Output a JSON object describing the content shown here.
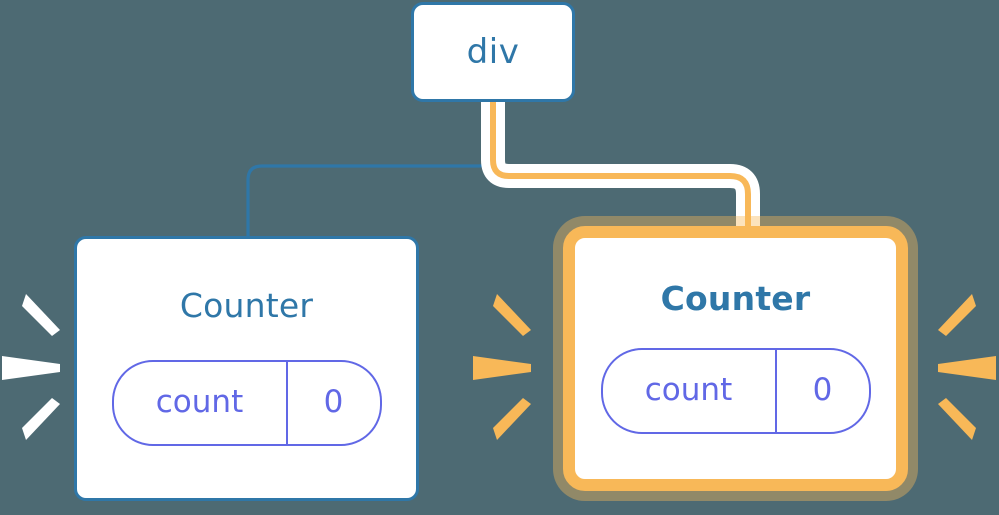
{
  "diagram": {
    "type": "component-tree",
    "background_color": "#4d6a73",
    "nodes": [
      {
        "id": "div",
        "label": "div",
        "kind": "dom-element",
        "border_color": "#2f77a8",
        "highlighted": false
      },
      {
        "id": "counter-left",
        "label": "Counter",
        "kind": "component",
        "border_color": "#2f77a8",
        "highlighted": false,
        "state": {
          "key": "count",
          "value": "0"
        }
      },
      {
        "id": "counter-right",
        "label": "Counter",
        "kind": "component",
        "border_color": "#f8b858",
        "highlighted": true,
        "state": {
          "key": "count",
          "value": "0"
        }
      }
    ],
    "edges": [
      {
        "from": "div",
        "to": "counter-left",
        "color": "#2f77a8",
        "highlighted": false
      },
      {
        "from": "div",
        "to": "counter-right",
        "color": "#f8b858",
        "highlighted": true
      }
    ],
    "bursts": [
      {
        "id": "burst-counter-left",
        "color": "#ffffff",
        "direction": "right",
        "rays": 3
      },
      {
        "id": "burst-counter-right-west",
        "color": "#f8b858",
        "direction": "right",
        "rays": 3
      },
      {
        "id": "burst-counter-right-east",
        "color": "#f8b858",
        "direction": "left",
        "rays": 3
      }
    ]
  },
  "colors": {
    "background": "#4d6a73",
    "blue": "#2f77a8",
    "orange": "#f8b858",
    "orange_glow": "#fbdbaa",
    "indigo": "#6168e6",
    "white": "#ffffff"
  }
}
